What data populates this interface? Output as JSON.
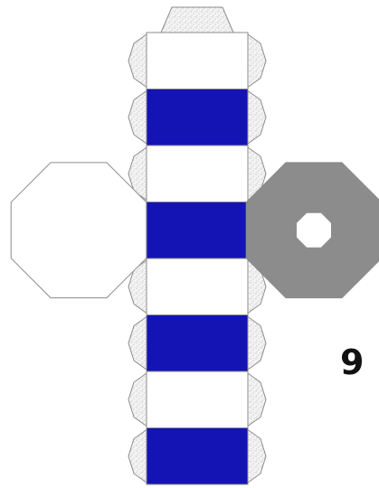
{
  "diagram": {
    "page_number": "9",
    "colors": {
      "band_blue": "#1414b4",
      "band_white": "#ffffff",
      "outline": "#8c8c8c",
      "glue_tab_fill": "#f4f4f4",
      "glue_tab_dots": "#9a9a9a",
      "face_solid": "#8c8c8c",
      "face_hole": "#ffffff",
      "page_number_color": "#111111"
    },
    "bands": [
      "white",
      "blue",
      "white",
      "blue",
      "white",
      "blue",
      "white",
      "blue"
    ]
  }
}
